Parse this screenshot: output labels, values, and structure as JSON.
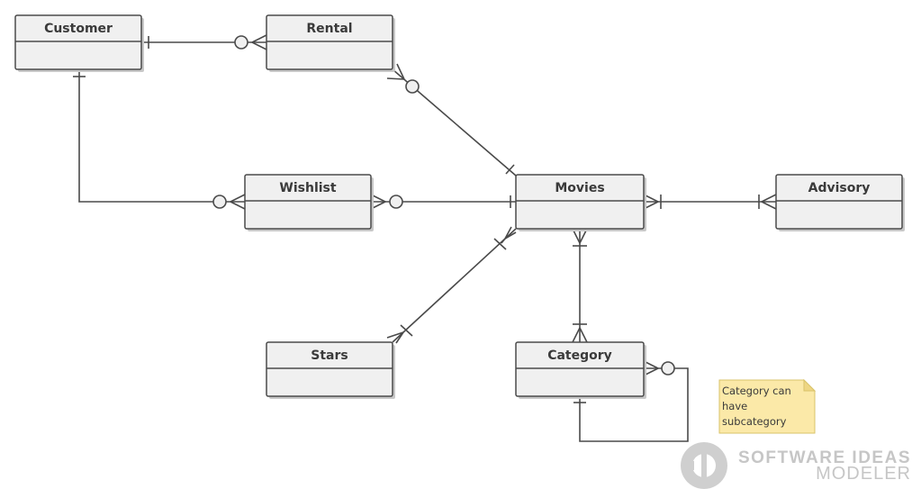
{
  "diagram": {
    "entities": {
      "customer": {
        "title": "Customer"
      },
      "rental": {
        "title": "Rental"
      },
      "wishlist": {
        "title": "Wishlist"
      },
      "movies": {
        "title": "Movies"
      },
      "advisory": {
        "title": "Advisory"
      },
      "stars": {
        "title": "Stars"
      },
      "category": {
        "title": "Category"
      }
    },
    "relationships": [
      {
        "from": "Customer",
        "to": "Rental",
        "from_end": "one",
        "to_end": "zero-or-many"
      },
      {
        "from": "Rental",
        "to": "Movies",
        "from_end": "zero-or-many",
        "to_end": "one"
      },
      {
        "from": "Customer",
        "to": "Wishlist",
        "from_end": "one",
        "to_end": "zero-or-many"
      },
      {
        "from": "Wishlist",
        "to": "Movies",
        "from_end": "zero-or-many",
        "to_end": "one"
      },
      {
        "from": "Movies",
        "to": "Advisory",
        "from_end": "one-or-many",
        "to_end": "one-or-many"
      },
      {
        "from": "Movies",
        "to": "Stars",
        "from_end": "one-or-many",
        "to_end": "one-or-many"
      },
      {
        "from": "Movies",
        "to": "Category",
        "from_end": "one-or-many",
        "to_end": "one-or-many"
      },
      {
        "from": "Category",
        "to": "Category",
        "from_end": "one",
        "to_end": "zero-or-many"
      }
    ],
    "note": {
      "line1": "Category can",
      "line2": "have",
      "line3": "subcategory"
    }
  },
  "watermark": {
    "line1": "SOFTWARE IDEAS",
    "line2": "MODELER"
  }
}
